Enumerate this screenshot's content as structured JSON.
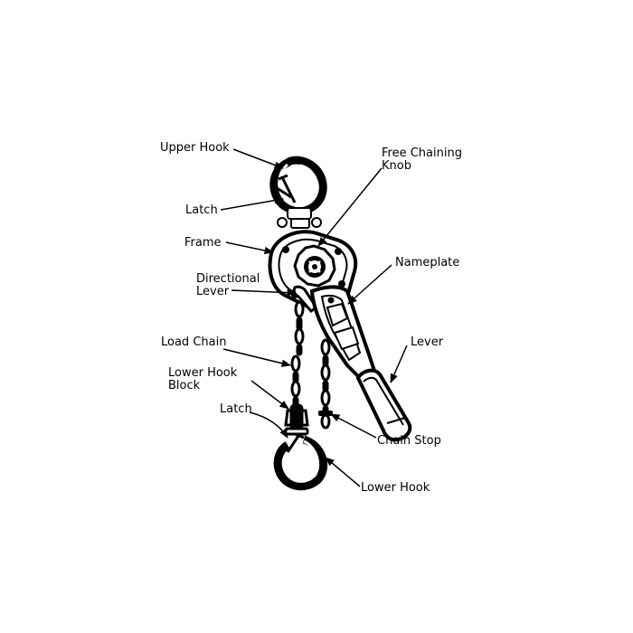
{
  "labels": {
    "upper_hook": "Upper Hook",
    "free_chaining_knob_line1": "Free Chaining",
    "free_chaining_knob_line2": "Knob",
    "latch_upper": "Latch",
    "frame": "Frame",
    "nameplate": "Nameplate",
    "directional_lever_line1": "Directional",
    "directional_lever_line2": "Lever",
    "lever": "Lever",
    "load_chain": "Load Chain",
    "lower_hook_block_line1": "Lower Hook",
    "lower_hook_block_line2": "Block",
    "latch_lower": "Latch",
    "chain_stop": "Chain Stop",
    "lower_hook": "Lower Hook"
  }
}
